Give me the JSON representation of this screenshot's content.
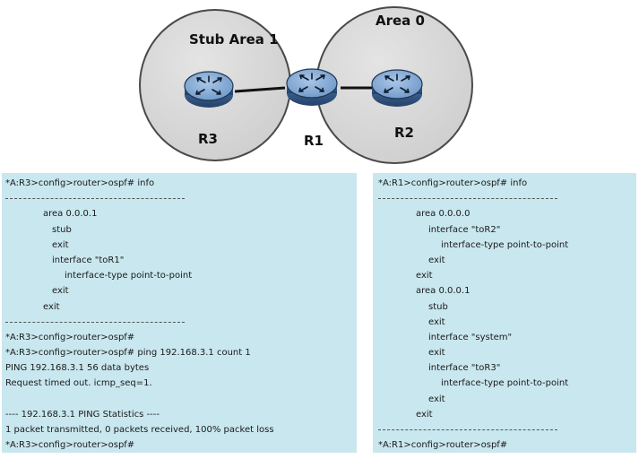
{
  "diagram": {
    "areas": [
      {
        "label": "Stub Area 1"
      },
      {
        "label": "Area 0"
      }
    ],
    "routers": [
      {
        "label": "R3"
      },
      {
        "label": "R1"
      },
      {
        "label": "R2"
      }
    ],
    "colors": {
      "area_fill": "#d6d6d6",
      "area_stroke": "#4a4a4a",
      "router_fill": "#7ea6d3",
      "router_stroke": "#1f3552",
      "terminal_bg": "#c9e7ef"
    }
  },
  "terminal_left": {
    "lines": [
      {
        "text": "*A:R3>config>router>ospf# info",
        "indent": 0
      },
      {
        "text": "",
        "indent": 0,
        "separator": true
      },
      {
        "text": "area 0.0.0.1",
        "indent": 1
      },
      {
        "text": "stub",
        "indent": 2
      },
      {
        "text": "exit",
        "indent": 2
      },
      {
        "text": "interface \"toR1\"",
        "indent": 2
      },
      {
        "text": "interface-type point-to-point",
        "indent": 3
      },
      {
        "text": "exit",
        "indent": 2
      },
      {
        "text": "exit",
        "indent": 1
      },
      {
        "text": "",
        "indent": 0,
        "separator": true
      },
      {
        "text": "*A:R3>config>router>ospf#",
        "indent": 0
      },
      {
        "text": "*A:R3>config>router>ospf# ping 192.168.3.1 count 1",
        "indent": 0
      },
      {
        "text": "PING 192.168.3.1 56 data bytes",
        "indent": 0
      },
      {
        "text": "Request timed out. icmp_seq=1.",
        "indent": 0
      },
      {
        "text": "",
        "indent": 0
      },
      {
        "text": "---- 192.168.3.1 PING Statistics ----",
        "indent": 0
      },
      {
        "text": "1 packet transmitted, 0 packets received, 100% packet loss",
        "indent": 0
      },
      {
        "text": "*A:R3>config>router>ospf#",
        "indent": 0
      }
    ]
  },
  "terminal_right": {
    "lines": [
      {
        "text": "*A:R1>config>router>ospf# info",
        "indent": 0
      },
      {
        "text": "",
        "indent": 0,
        "separator": true
      },
      {
        "text": "area 0.0.0.0",
        "indent": 1
      },
      {
        "text": "interface \"toR2\"",
        "indent": 2
      },
      {
        "text": "interface-type point-to-point",
        "indent": 3
      },
      {
        "text": "exit",
        "indent": 2
      },
      {
        "text": "exit",
        "indent": 1
      },
      {
        "text": "area 0.0.0.1",
        "indent": 1
      },
      {
        "text": "stub",
        "indent": 2
      },
      {
        "text": "exit",
        "indent": 2
      },
      {
        "text": "interface \"system\"",
        "indent": 2
      },
      {
        "text": "exit",
        "indent": 2
      },
      {
        "text": "interface \"toR3\"",
        "indent": 2
      },
      {
        "text": "interface-type point-to-point",
        "indent": 3
      },
      {
        "text": "exit",
        "indent": 2
      },
      {
        "text": "exit",
        "indent": 1
      },
      {
        "text": "",
        "indent": 0,
        "separator": true
      },
      {
        "text": "*A:R1>config>router>ospf#",
        "indent": 0
      }
    ]
  }
}
